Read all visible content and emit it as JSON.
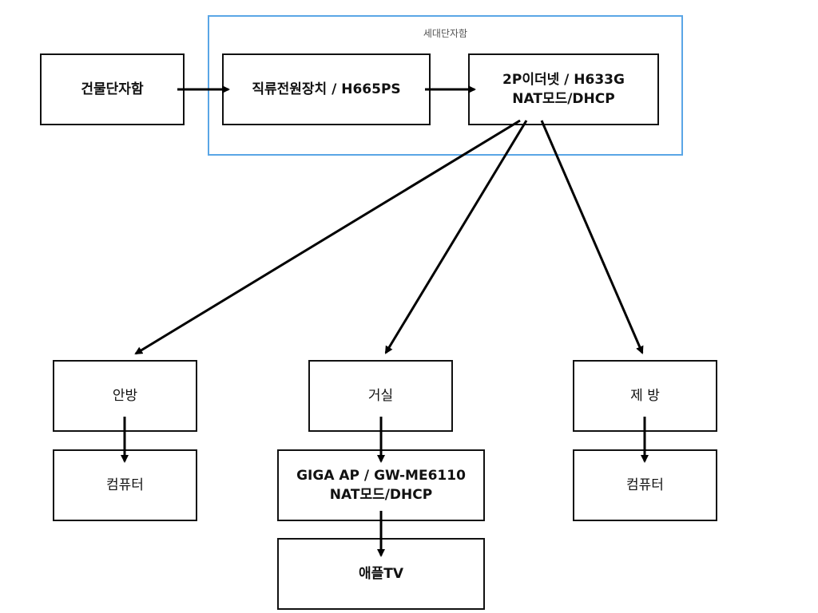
{
  "group": {
    "label": "세대단자함"
  },
  "nodes": {
    "building_box": {
      "lines": [
        "건물단자함"
      ]
    },
    "dc_power": {
      "lines": [
        "직류전원장치 / H665PS"
      ]
    },
    "ethernet_2p": {
      "lines": [
        "2P이더넷 / H633G",
        "NAT모드/DHCP"
      ]
    },
    "master_room": {
      "lines": [
        "안방"
      ]
    },
    "living_room": {
      "lines": [
        "거실"
      ]
    },
    "third_room": {
      "lines": [
        "제 방"
      ]
    },
    "computer_1": {
      "lines": [
        "컴퓨터"
      ]
    },
    "giga_ap": {
      "lines": [
        "GIGA AP / GW-ME6110",
        "NAT모드/DHCP"
      ]
    },
    "computer_2": {
      "lines": [
        "컴퓨터"
      ]
    },
    "apple_tv": {
      "lines": [
        "애플TV"
      ]
    }
  },
  "edges": [
    {
      "from": "building_box",
      "to": "dc_power"
    },
    {
      "from": "dc_power",
      "to": "ethernet_2p"
    },
    {
      "from": "ethernet_2p",
      "to": "master_room"
    },
    {
      "from": "ethernet_2p",
      "to": "living_room"
    },
    {
      "from": "ethernet_2p",
      "to": "third_room"
    },
    {
      "from": "master_room",
      "to": "computer_1"
    },
    {
      "from": "living_room",
      "to": "giga_ap"
    },
    {
      "from": "third_room",
      "to": "computer_2"
    },
    {
      "from": "giga_ap",
      "to": "apple_tv"
    }
  ]
}
